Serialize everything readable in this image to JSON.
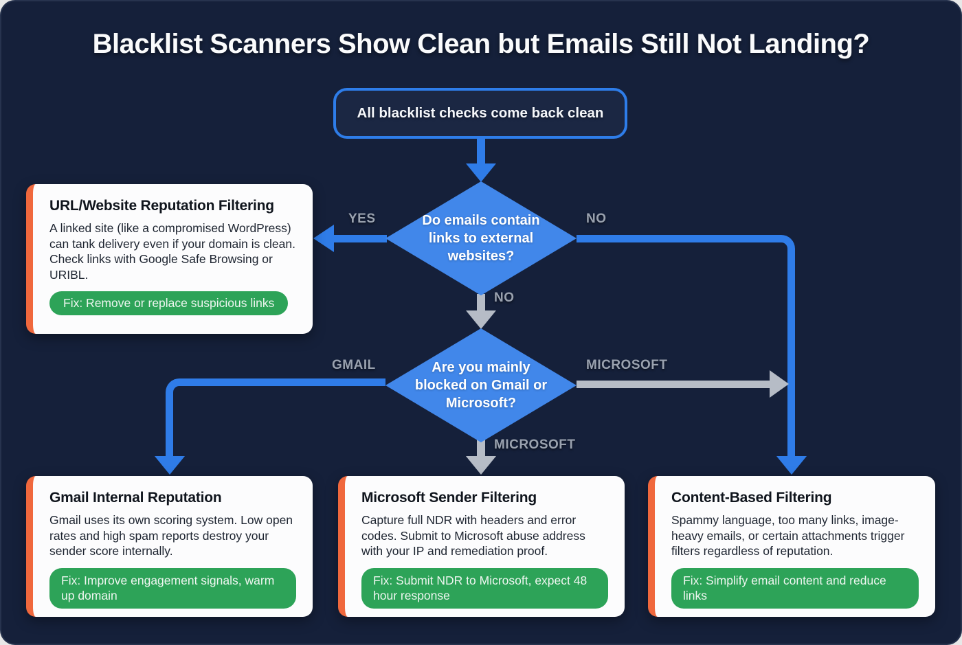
{
  "title": "Blacklist Scanners Show Clean but Emails Still Not Landing?",
  "start": {
    "label": "All blacklist checks come back clean"
  },
  "decision1": {
    "question": "Do emails contain links to external websites?",
    "yes_label": "YES",
    "no_right_label": "NO",
    "no_down_label": "NO"
  },
  "decision2": {
    "question": "Are you mainly blocked on Gmail or Microsoft?",
    "gmail_label": "GMAIL",
    "microsoft_right_label": "MICROSOFT",
    "microsoft_down_label": "MICROSOFT"
  },
  "cards": {
    "url": {
      "title": "URL/Website Reputation Filtering",
      "body": "A linked site (like a compromised WordPress) can tank delivery even if your domain is clean. Check links with Google Safe Browsing or URIBL.",
      "fix": "Fix: Remove or replace suspicious links"
    },
    "gmail": {
      "title": "Gmail Internal Reputation",
      "body": "Gmail uses its own scoring system. Low open rates and high spam reports destroy your sender score internally.",
      "fix": "Fix: Improve engagement signals, warm up domain"
    },
    "microsoft": {
      "title": "Microsoft Sender Filtering",
      "body": "Capture full NDR with headers and error codes. Submit to Microsoft abuse address with your IP and remediation proof.",
      "fix": "Fix: Submit NDR to Microsoft, expect 48 hour response"
    },
    "content": {
      "title": "Content-Based Filtering",
      "body": "Spammy language, too many links, image-heavy emails, or certain attachments trigger filters regardless of reputation.",
      "fix": "Fix: Simplify email content and reduce links"
    }
  },
  "colors": {
    "background": "#15203A",
    "diamond_blue": "#4187EA",
    "line_blue": "#2F7CE8",
    "line_gray": "#B6BCC6",
    "label_gray": "#9AA2AF",
    "card_white": "#FCFCFD",
    "accent_orange": "#F0683D",
    "fix_green": "#2DA358"
  }
}
